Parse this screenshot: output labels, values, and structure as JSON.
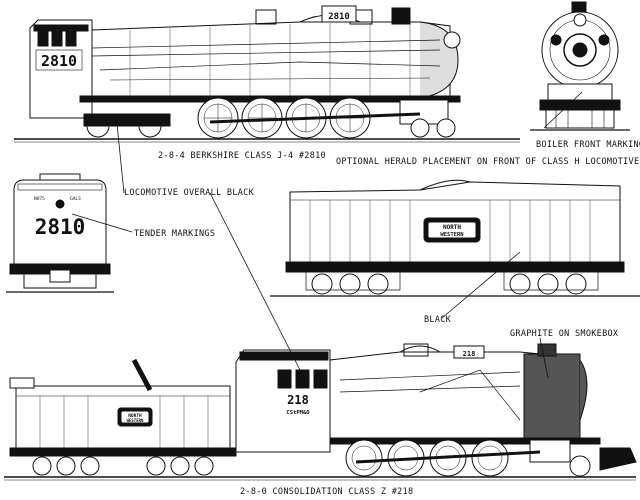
{
  "captions": {
    "berkshire": "2-8-4 BERKSHIRE CLASS J-4 #2810",
    "consolidation": "2-8-0 CONSOLIDATION CLASS Z #218"
  },
  "callouts": {
    "boiler_front": "BOILER FRONT MARKINGS",
    "herald_placement": "OPTIONAL HERALD PLACEMENT ON FRONT OF CLASS H LOCOMOTIVES",
    "loco_black": "LOCOMOTIVE OVERALL BLACK",
    "tender_markings": "TENDER MARKINGS",
    "black": "BLACK",
    "graphite": "GRAPHITE ON SMOKEBOX"
  },
  "markings": {
    "berkshire_cab_number": "2810",
    "berkshire_headlight_number": "2810",
    "tender_rear_number": "2810",
    "tender_rear_small_left": "NO75",
    "tender_rear_small_right": "GALS",
    "herald_line1": "NORTH",
    "herald_line2": "WESTERN",
    "consol_cab_number": "218",
    "consol_cab_road": "CStPM&O",
    "consol_headlight_number": "218"
  },
  "colors": {
    "ink": "#111111",
    "graphite": "#555555",
    "paper": "#ffffff"
  }
}
